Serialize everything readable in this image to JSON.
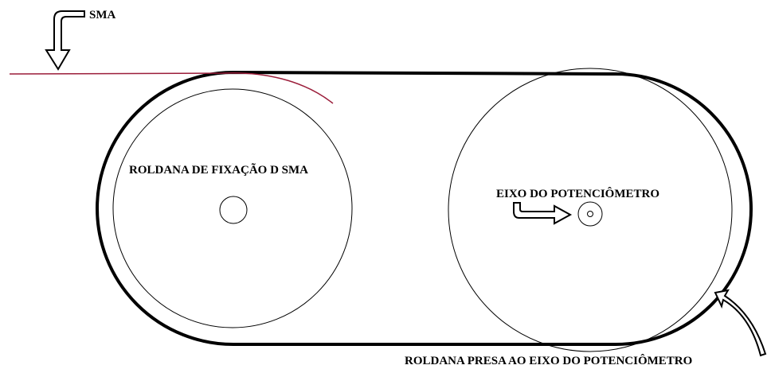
{
  "labels": {
    "sma": "SMA",
    "fixing_pulley": "ROLDANA DE FIXAÇÃO D SMA",
    "potentiometer_axis": "EIXO DO POTENCIÔMETRO",
    "potentiometer_pulley": "ROLDANA PRESA AO EIXO DO POTENCIÔMETRO"
  },
  "colors": {
    "wire": "#9b1d3a",
    "line": "#000000",
    "background": "#ffffff"
  }
}
